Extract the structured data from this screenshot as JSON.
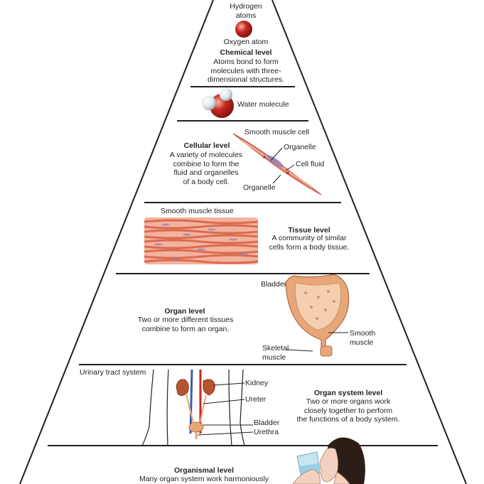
{
  "chemical": {
    "hydrogen_label": "Hydrogen atoms",
    "oxygen_label": "Oxygen atom",
    "title": "Chemical level",
    "description": [
      "Atoms bond to form",
      "molecules with three-",
      "dimensional structures."
    ],
    "water_label": "Water molecule"
  },
  "cellular": {
    "cell_label": "Smooth muscle cell",
    "title": "Cellular level",
    "description": [
      "A variety of molecules",
      "combine to form the",
      "fluid and organelles",
      "of a body cell."
    ],
    "organelle_top": "Organelle",
    "cell_fluid": "Cell fluid",
    "organelle_bottom": "Organelle"
  },
  "tissue": {
    "tissue_label": "Smooth muscle tissue",
    "title": "Tissue level",
    "description": [
      "A community of similar",
      "cells form a body tissue."
    ]
  },
  "organ": {
    "bladder_label": "Bladder",
    "title": "Organ level",
    "description": [
      "Two or more different tissues",
      "combine to form an organ."
    ],
    "smooth_muscle": [
      "Smooth",
      "muscle"
    ],
    "skeletal_muscle": [
      "Skeletal",
      "muscle"
    ]
  },
  "organ_system": {
    "system_label": "Urinary tract system",
    "kidney": "Kidney",
    "ureter": "Ureter",
    "bladder": "Bladder",
    "urethra": "Urethra",
    "title": "Organ system level",
    "description": [
      "Two or more organs work",
      "closely together to perform",
      "the functions of a body system."
    ]
  },
  "organismal": {
    "title": "Organismal level",
    "description": "Many organ system work harmoniously"
  },
  "colors": {
    "outline": "#231f20",
    "atom_red": "#c8281e",
    "atom_white": "#e9eef1",
    "muscle": "#e8846a",
    "muscle_light": "#f3b39e",
    "bladder": "#e9a679",
    "kidney": "#b5532f",
    "vein_blue": "#3a5fa8",
    "water_blue": "#bfe3f2"
  }
}
